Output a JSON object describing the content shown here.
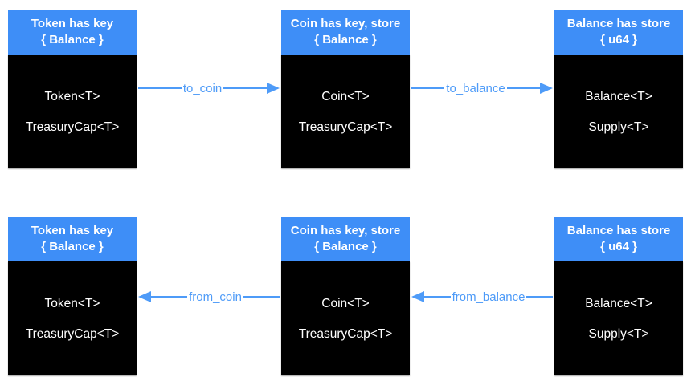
{
  "colors": {
    "background": "#ffffff",
    "header_bg": "#3E8EF7",
    "header_text": "#ffffff",
    "body_bg": "#000000",
    "body_text": "#ffffff",
    "arrow": "#4E9BF8"
  },
  "rows": [
    {
      "boxes": [
        {
          "header_line1": "Token has key",
          "header_line2": "{ Balance }",
          "fields": [
            "Token<T>",
            "TreasuryCap<T>"
          ]
        },
        {
          "header_line1": "Coin has key, store",
          "header_line2": "{ Balance }",
          "fields": [
            "Coin<T>",
            "TreasuryCap<T>"
          ]
        },
        {
          "header_line1": "Balance has store",
          "header_line2": "{ u64 }",
          "fields": [
            "Balance<T>",
            "Supply<T>"
          ]
        }
      ],
      "arrows": [
        {
          "label": "to_coin",
          "direction": "right"
        },
        {
          "label": "to_balance",
          "direction": "right"
        }
      ]
    },
    {
      "boxes": [
        {
          "header_line1": "Token has key",
          "header_line2": "{ Balance }",
          "fields": [
            "Token<T>",
            "TreasuryCap<T>"
          ]
        },
        {
          "header_line1": "Coin has key, store",
          "header_line2": "{ Balance }",
          "fields": [
            "Coin<T>",
            "TreasuryCap<T>"
          ]
        },
        {
          "header_line1": "Balance has store",
          "header_line2": "{ u64 }",
          "fields": [
            "Balance<T>",
            "Supply<T>"
          ]
        }
      ],
      "arrows": [
        {
          "label": "from_coin",
          "direction": "left"
        },
        {
          "label": "from_balance",
          "direction": "left"
        }
      ]
    }
  ]
}
